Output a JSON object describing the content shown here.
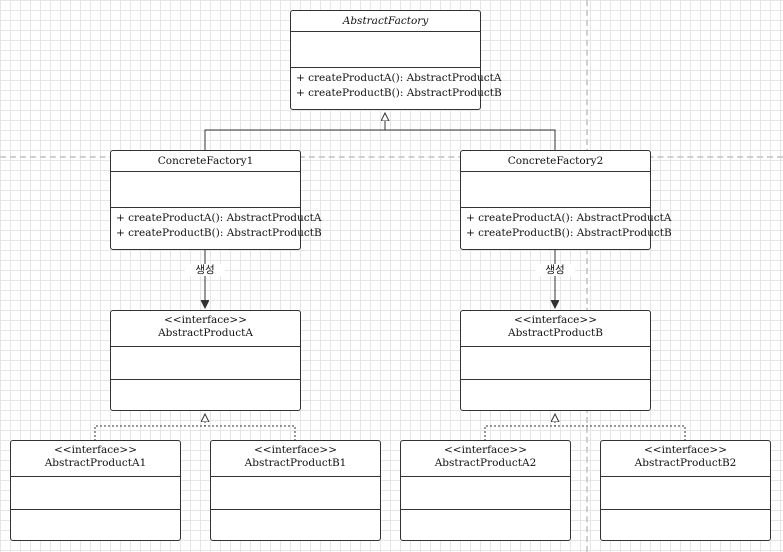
{
  "abstract_factory": {
    "name": "AbstractFactory",
    "ops": [
      "+ createProductA(): AbstractProductA",
      "+ createProductB(): AbstractProductB"
    ]
  },
  "concrete_factory_1": {
    "name": "ConcreteFactory1",
    "ops": [
      "+ createProductA(): AbstractProductA",
      "+ createProductB(): AbstractProductB"
    ]
  },
  "concrete_factory_2": {
    "name": "ConcreteFactory2",
    "ops": [
      "+ createProductA(): AbstractProductA",
      "+ createProductB(): AbstractProductB"
    ]
  },
  "interface_stereotype": "<<interface>>",
  "abstract_product_a": {
    "name": "AbstractProductA"
  },
  "abstract_product_b": {
    "name": "AbstractProductB"
  },
  "product_a1": {
    "name": "AbstractProductA1"
  },
  "product_b1": {
    "name": "AbstractProductB1"
  },
  "product_a2": {
    "name": "AbstractProductA2"
  },
  "product_b2": {
    "name": "AbstractProductB2"
  },
  "edge_labels": {
    "creates": "생성"
  }
}
